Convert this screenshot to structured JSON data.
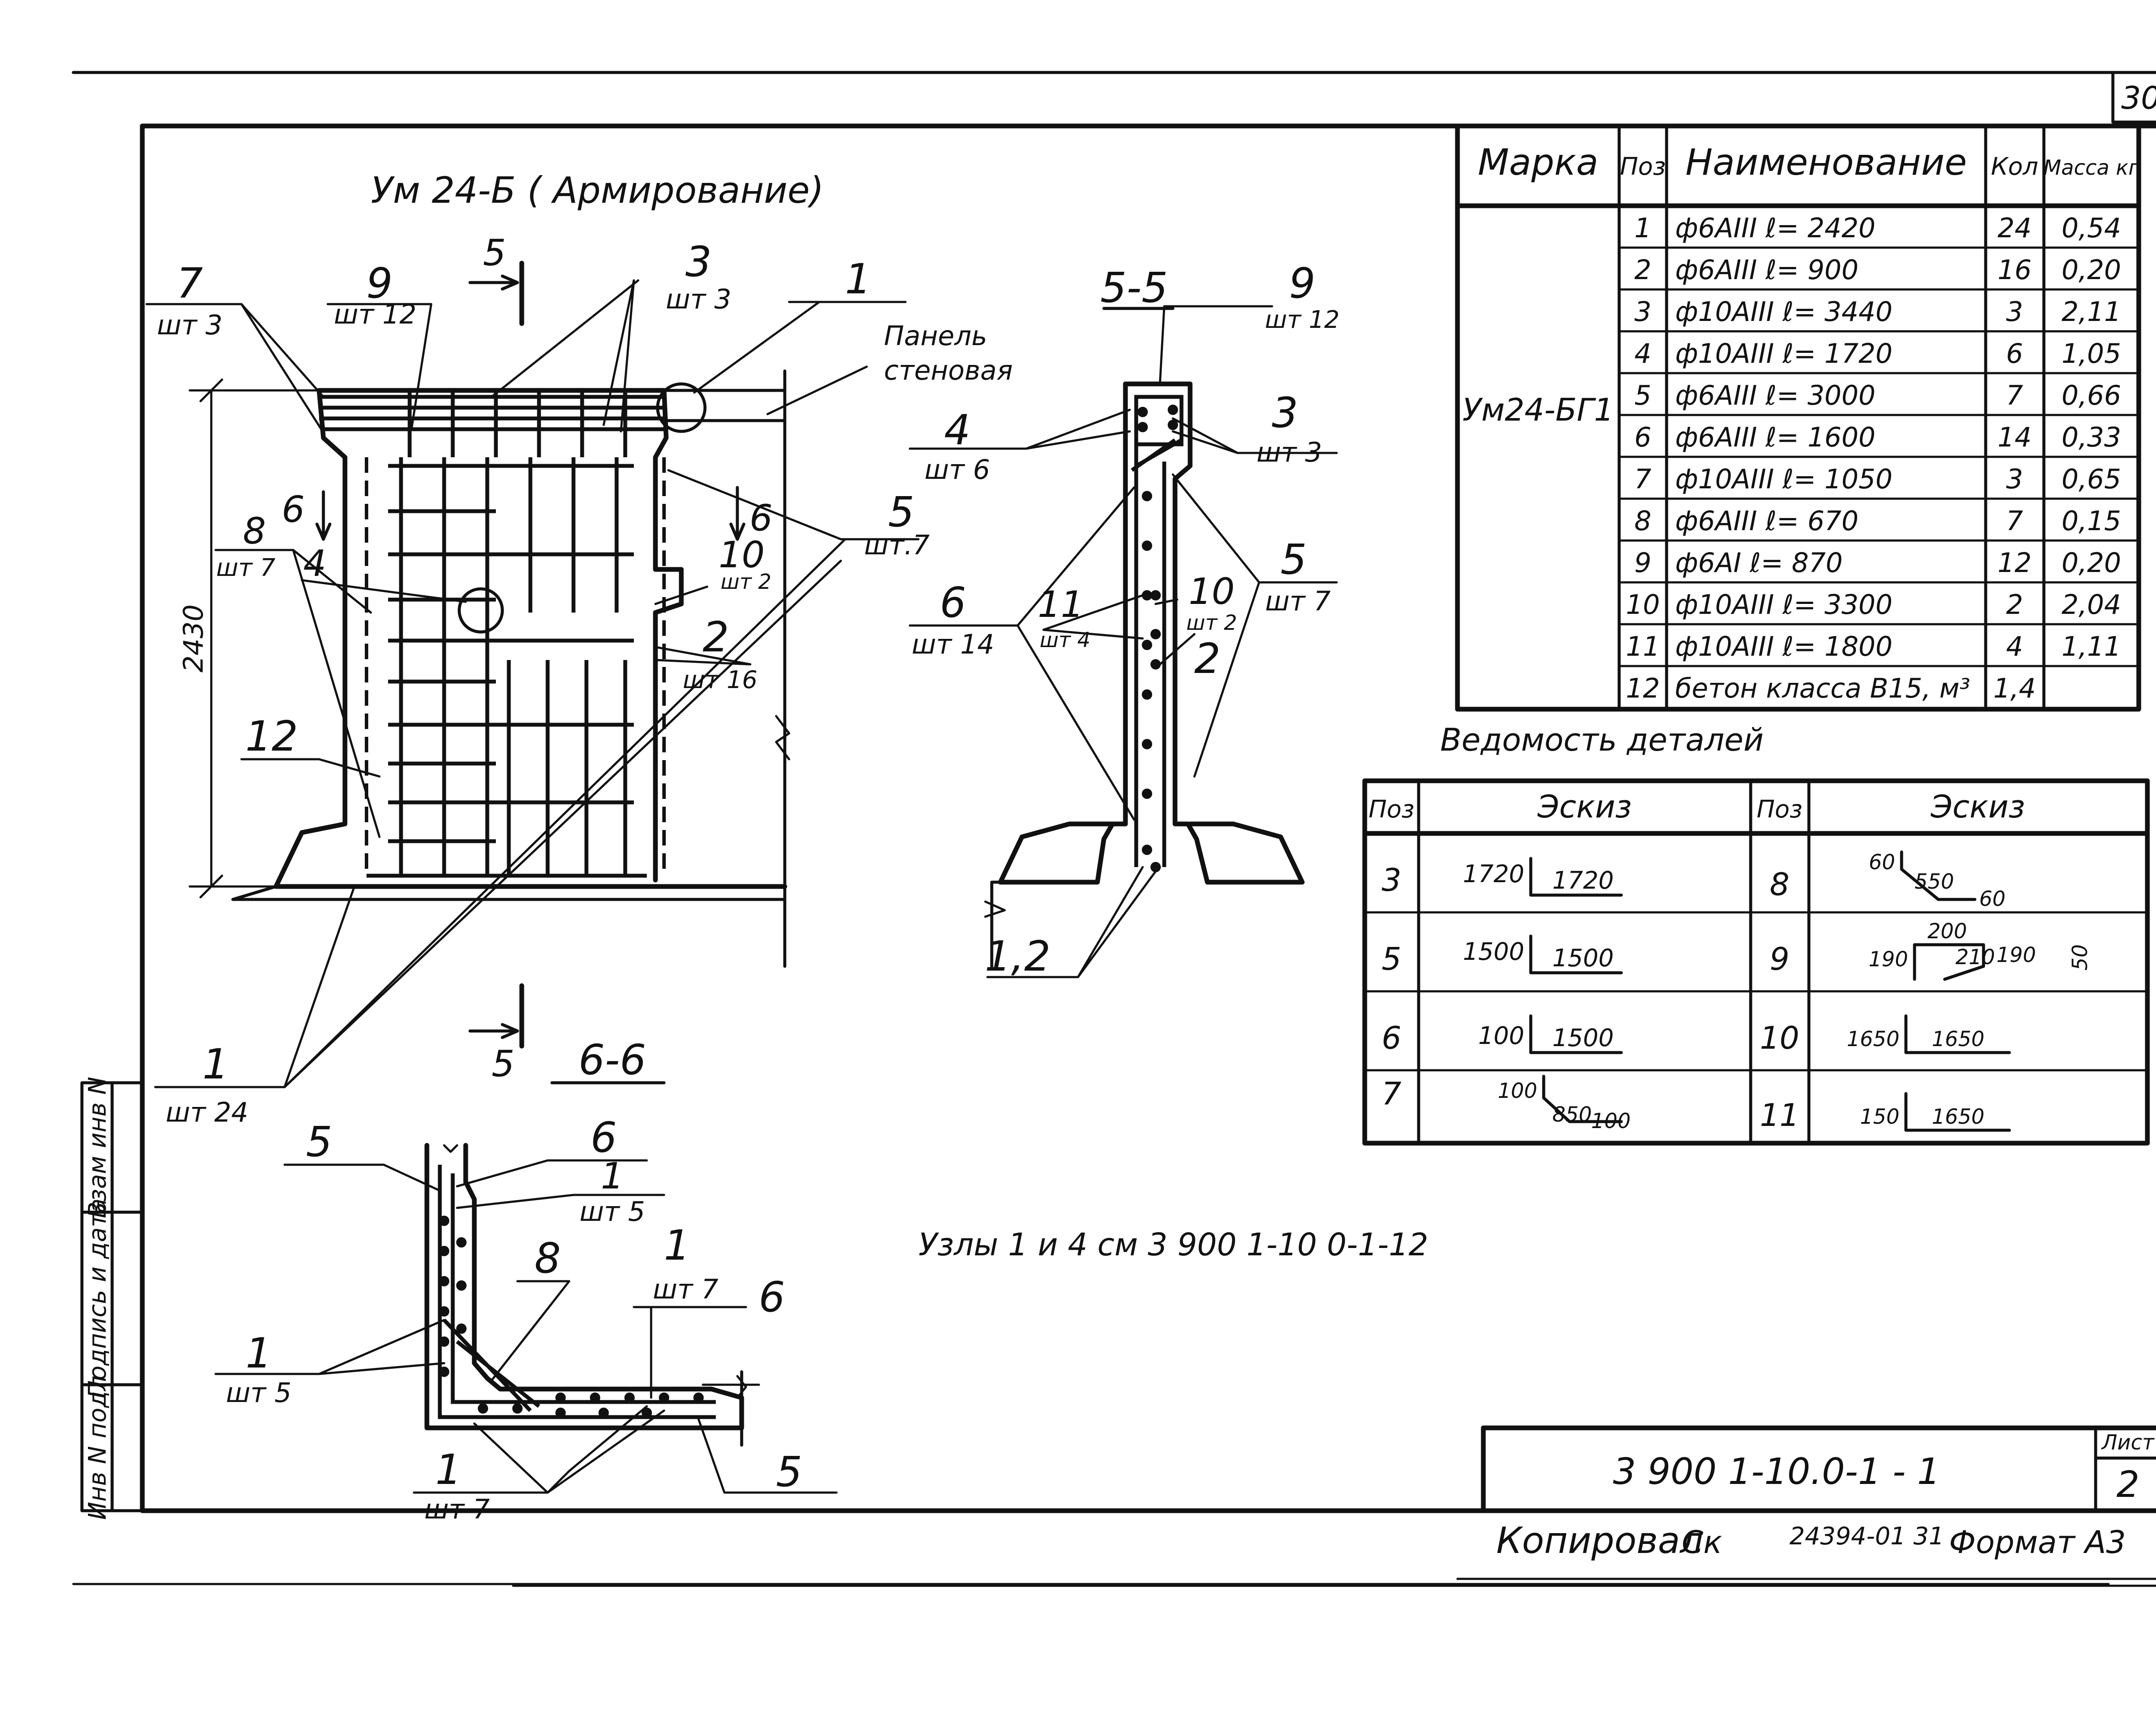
{
  "sheet": {
    "page_corner_number": "30",
    "sheet_number_label": "Лист",
    "sheet_number": "2",
    "document_code": "3 900 1-10.0-1 - 1",
    "footer": "Копировал",
    "copier_initials": "Ск",
    "footer_number": "24394-01   31",
    "format_text": "Формат А3"
  },
  "titles": {
    "elevation": "Ум 24-Б ( Армирование)",
    "section_5": "5-5",
    "section_6": "6-6",
    "nodes_note": "Узлы 1 и 4 см  3 900 1-10 0-1-12",
    "panel_label_1": "Панель",
    "panel_label_2": "стеновая",
    "dimension_height": "2430",
    "details_title": "Ведомость деталей"
  },
  "left_stamp": [
    "Инв N подл",
    "Подпись и дата",
    "Взам инв N"
  ],
  "spec_table": {
    "headers": {
      "mark": "Марка",
      "pos": "Поз",
      "name": "Наименование",
      "qty": "Кол",
      "mass": "Масса кг"
    },
    "mark": "Ум24-БГ1",
    "rows": [
      {
        "pos": "1",
        "name": "ф6АIII   ℓ= 2420",
        "qty": "24",
        "mass": "0,54"
      },
      {
        "pos": "2",
        "name": "ф6АIII   ℓ= 900",
        "qty": "16",
        "mass": "0,20"
      },
      {
        "pos": "3",
        "name": "ф10АIII  ℓ= 3440",
        "qty": "3",
        "mass": "2,11"
      },
      {
        "pos": "4",
        "name": "ф10АIII  ℓ= 1720",
        "qty": "6",
        "mass": "1,05"
      },
      {
        "pos": "5",
        "name": "ф6АIII   ℓ= 3000",
        "qty": "7",
        "mass": "0,66"
      },
      {
        "pos": "6",
        "name": "ф6АIII   ℓ= 1600",
        "qty": "14",
        "mass": "0,33"
      },
      {
        "pos": "7",
        "name": "ф10АIII  ℓ= 1050",
        "qty": "3",
        "mass": "0,65"
      },
      {
        "pos": "8",
        "name": "ф6АIII   ℓ= 670",
        "qty": "7",
        "mass": "0,15"
      },
      {
        "pos": "9",
        "name": "ф6АI   ℓ= 870",
        "qty": "12",
        "mass": "0,20"
      },
      {
        "pos": "10",
        "name": "ф10АIII  ℓ= 3300",
        "qty": "2",
        "mass": "2,04"
      },
      {
        "pos": "11",
        "name": "ф10АIII  ℓ= 1800",
        "qty": "4",
        "mass": "1,11"
      },
      {
        "pos": "12",
        "name": "бетон класса В15, м³",
        "qty": "1,4",
        "mass": ""
      }
    ]
  },
  "details_table": {
    "headers": {
      "pos": "Поз",
      "sketch": "Эскиз"
    },
    "left": [
      {
        "pos": "3",
        "a": "1720",
        "b": "1720"
      },
      {
        "pos": "5",
        "a": "1500",
        "b": "1500"
      },
      {
        "pos": "6",
        "a": "100",
        "b": "1500"
      },
      {
        "pos": "7",
        "a": "100",
        "b": "850",
        "c": "100"
      }
    ],
    "right": [
      {
        "pos": "8",
        "a": "60",
        "b": "550",
        "c": "60"
      },
      {
        "pos": "9",
        "a": "190",
        "b": "200",
        "c": "210",
        "d": "190",
        "e": "50"
      },
      {
        "pos": "10",
        "a": "1650",
        "b": "1650"
      },
      {
        "pos": "11",
        "a": "150",
        "b": "1650"
      }
    ]
  },
  "callouts": {
    "c7": {
      "num": "7",
      "qty": "шт 3"
    },
    "c9": {
      "num": "9",
      "qty": "шт 12"
    },
    "c3": {
      "num": "3",
      "qty": "шт 3"
    },
    "c1top": {
      "num": "1"
    },
    "c8": {
      "num": "8",
      "qty": "шт 7"
    },
    "c6a": {
      "num": "6"
    },
    "c4a": {
      "num": "4"
    },
    "c6b": {
      "num": "6"
    },
    "c10": {
      "num": "10",
      "qty": "шт 2"
    },
    "c5": {
      "num": "5",
      "qty": "шт.7"
    },
    "c2": {
      "num": "2",
      "qty": "шт 16"
    },
    "c12": {
      "num": "12"
    },
    "c1bot": {
      "num": "1",
      "qty": "шт 24"
    },
    "cut5top": {
      "num": "5"
    },
    "cut5bot": {
      "num": "5"
    },
    "s9": {
      "num": "9",
      "qty": "шт 12"
    },
    "s4": {
      "num": "4",
      "qty": "шт 6"
    },
    "s3": {
      "num": "3",
      "qty": "шт 3"
    },
    "s6": {
      "num": "6",
      "qty": "шт 14"
    },
    "s11": {
      "num": "11",
      "qty": "шт 4"
    },
    "s10": {
      "num": "10",
      "qty": "шт 2"
    },
    "s5": {
      "num": "5",
      "qty": "шт 7"
    },
    "s2": {
      "num": "2"
    },
    "s12": {
      "num": "1,2"
    },
    "b5": {
      "num": "5"
    },
    "b6": {
      "num": "6"
    },
    "b1a": {
      "num": "1",
      "qty": "шт 5"
    },
    "b8": {
      "num": "8"
    },
    "b1b": {
      "num": "1",
      "qty": "шт 7"
    },
    "b6r": {
      "num": "6"
    },
    "b1c": {
      "num": "1",
      "qty": "шт 5"
    },
    "b1d": {
      "num": "1",
      "qty": "шт 7"
    },
    "b5r": {
      "num": "5"
    }
  }
}
